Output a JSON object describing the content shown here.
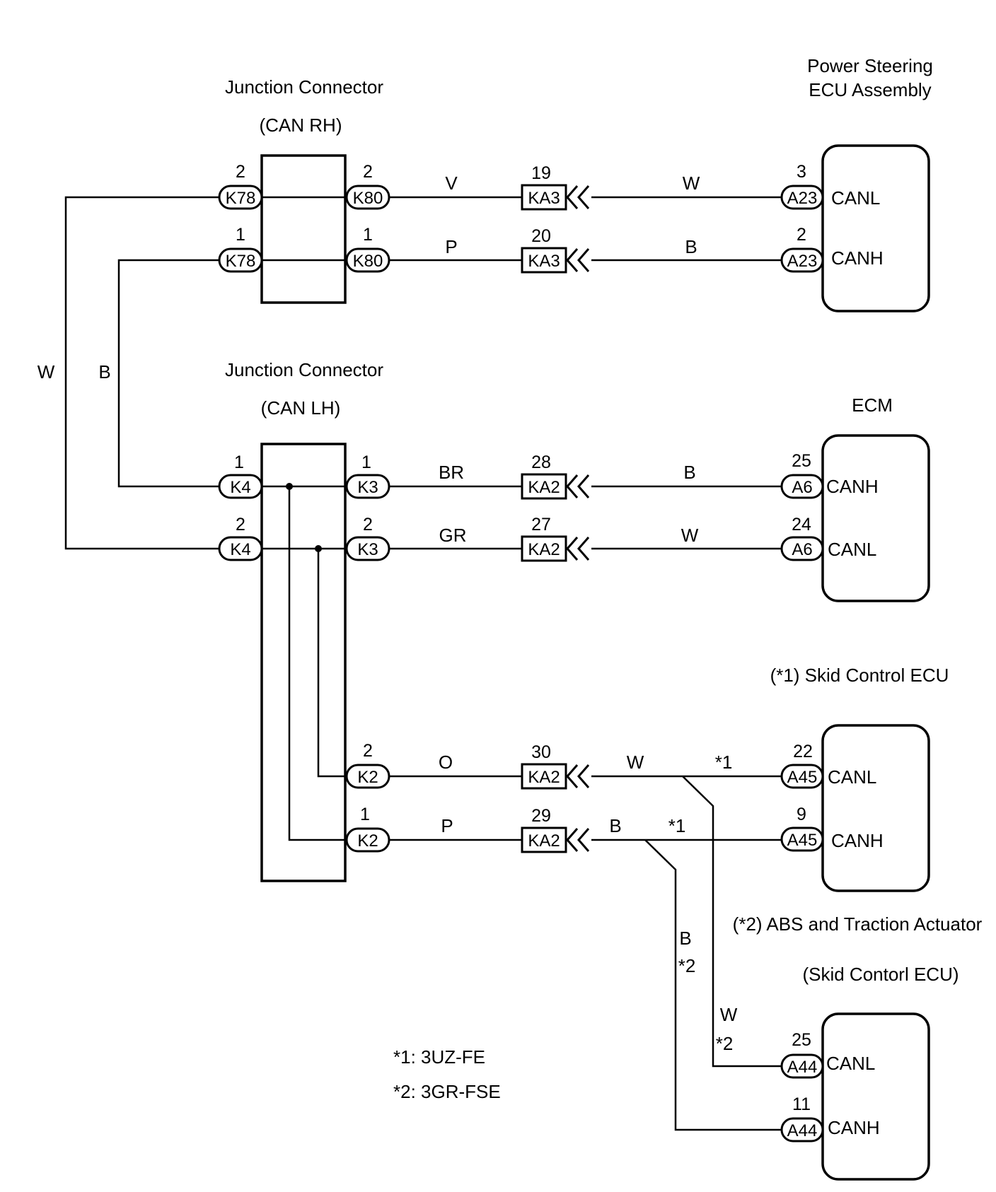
{
  "titles": {
    "junction_rh_line1": "Junction Connector",
    "junction_rh_line2": "(CAN RH)",
    "junction_lh_line1": "Junction Connector",
    "junction_lh_line2": "(CAN LH)",
    "ps_ecu_line1": "Power Steering",
    "ps_ecu_line2": "ECU Assembly",
    "ecm": "ECM",
    "skid_ecu": "(*1) Skid Control ECU",
    "abs_line1": "(*2) ABS and Traction Actuator",
    "abs_line2": "(Skid Contorl ECU)"
  },
  "notes": {
    "note1": "*1: 3UZ-FE",
    "note2": "*2: 3GR-FSE"
  },
  "connectors": [
    {
      "id": "k78_2",
      "code": "K78",
      "pin": "2"
    },
    {
      "id": "k78_1",
      "code": "K78",
      "pin": "1"
    },
    {
      "id": "k80_2",
      "code": "K80",
      "pin": "2"
    },
    {
      "id": "k80_1",
      "code": "K80",
      "pin": "1"
    },
    {
      "id": "k4_1",
      "code": "K4",
      "pin": "1"
    },
    {
      "id": "k4_2",
      "code": "K4",
      "pin": "2"
    },
    {
      "id": "k3_1",
      "code": "K3",
      "pin": "1"
    },
    {
      "id": "k3_2",
      "code": "K3",
      "pin": "2"
    },
    {
      "id": "k2_2",
      "code": "K2",
      "pin": "2"
    },
    {
      "id": "k2_1",
      "code": "K2",
      "pin": "1"
    },
    {
      "id": "a23_3",
      "code": "A23",
      "pin": "3"
    },
    {
      "id": "a23_2",
      "code": "A23",
      "pin": "2"
    },
    {
      "id": "a6_25",
      "code": "A6",
      "pin": "25"
    },
    {
      "id": "a6_24",
      "code": "A6",
      "pin": "24"
    },
    {
      "id": "a45_22",
      "code": "A45",
      "pin": "22"
    },
    {
      "id": "a45_9",
      "code": "A45",
      "pin": "9"
    },
    {
      "id": "a44_25",
      "code": "A44",
      "pin": "25"
    },
    {
      "id": "a44_11",
      "code": "A44",
      "pin": "11"
    }
  ],
  "inline_connectors": [
    {
      "id": "ka3_19",
      "code": "KA3",
      "pin": "19"
    },
    {
      "id": "ka3_20",
      "code": "KA3",
      "pin": "20"
    },
    {
      "id": "ka2_28",
      "code": "KA2",
      "pin": "28"
    },
    {
      "id": "ka2_27",
      "code": "KA2",
      "pin": "27"
    },
    {
      "id": "ka2_30",
      "code": "KA2",
      "pin": "30"
    },
    {
      "id": "ka2_29",
      "code": "KA2",
      "pin": "29"
    }
  ],
  "signals": {
    "canl": "CANL",
    "canh": "CANH"
  },
  "wire_colors": {
    "v": "V",
    "p": "P",
    "w": "W",
    "b": "B",
    "br": "BR",
    "gr": "GR",
    "o": "O"
  },
  "variant_marks": {
    "m1": "*1",
    "m2": "*2"
  }
}
